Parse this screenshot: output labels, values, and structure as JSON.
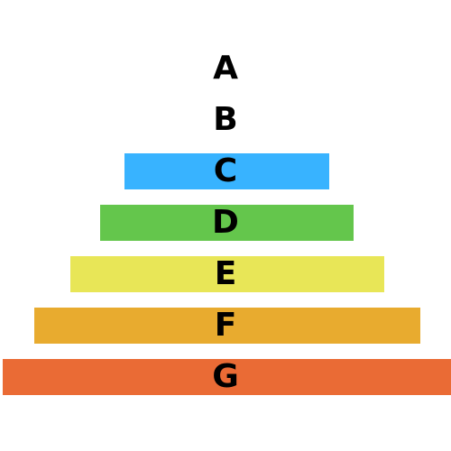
{
  "tiers": [
    {
      "label": "A",
      "color": "#ffffff"
    },
    {
      "label": "B",
      "color": "#ffffff"
    },
    {
      "label": "C",
      "color": "#38b3ff"
    },
    {
      "label": "D",
      "color": "#64c64c"
    },
    {
      "label": "E",
      "color": "#e8e657"
    },
    {
      "label": "F",
      "color": "#e8ab2f"
    },
    {
      "label": "G",
      "color": "#ea6b35"
    }
  ]
}
